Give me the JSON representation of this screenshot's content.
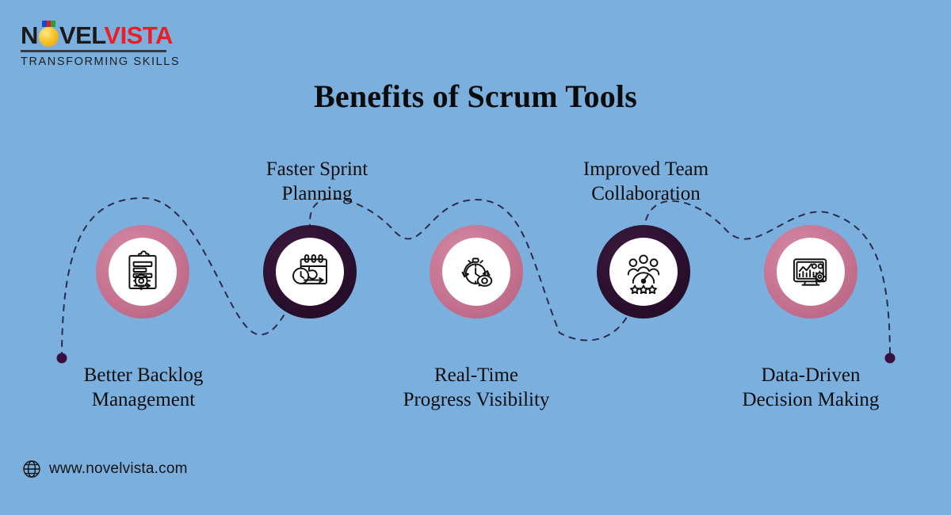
{
  "background_color": "#7bafdd",
  "logo": {
    "word_part1": "N",
    "word_part2": "VEL",
    "word_part3": "VISTA",
    "tagline": "TRANSFORMING SKILLS",
    "colors": {
      "novel": "#1a1a1a",
      "vista": "#ee1c25",
      "ball": "#f7c52c"
    }
  },
  "header": {
    "title": "Benefits of Scrum Tools"
  },
  "nodes": [
    {
      "id": "better-backlog-management",
      "label": "Better Backlog\nManagement",
      "icon": "clipboard-gear-icon",
      "ring_style": "pink",
      "ring_color": "#c4718f",
      "label_position": "below"
    },
    {
      "id": "faster-sprint-planning",
      "label": "Faster Sprint\nPlanning",
      "icon": "calendar-clock-sprint-icon",
      "ring_style": "dark",
      "ring_color": "#2b0f2e",
      "label_position": "above"
    },
    {
      "id": "real-time-progress-visibility",
      "label": "Real-Time\nProgress Visibility",
      "icon": "stopwatch-eye-icon",
      "ring_style": "pink",
      "ring_color": "#c4718f",
      "label_position": "below"
    },
    {
      "id": "improved-team-collaboration",
      "label": "Improved Team\nCollaboration",
      "icon": "team-gauge-stars-icon",
      "ring_style": "dark",
      "ring_color": "#2b0f2e",
      "label_position": "above"
    },
    {
      "id": "data-driven-decision-making",
      "label": "Data-Driven\nDecision Making",
      "icon": "monitor-analytics-gear-icon",
      "ring_style": "pink",
      "ring_color": "#c4718f",
      "label_position": "below"
    }
  ],
  "connector": {
    "style": "dashed-wave",
    "color": "#2b2b4a",
    "endpoint_dot_color": "#3a0f3d"
  },
  "footer": {
    "icon": "globe-icon",
    "url": "www.novelvista.com"
  }
}
